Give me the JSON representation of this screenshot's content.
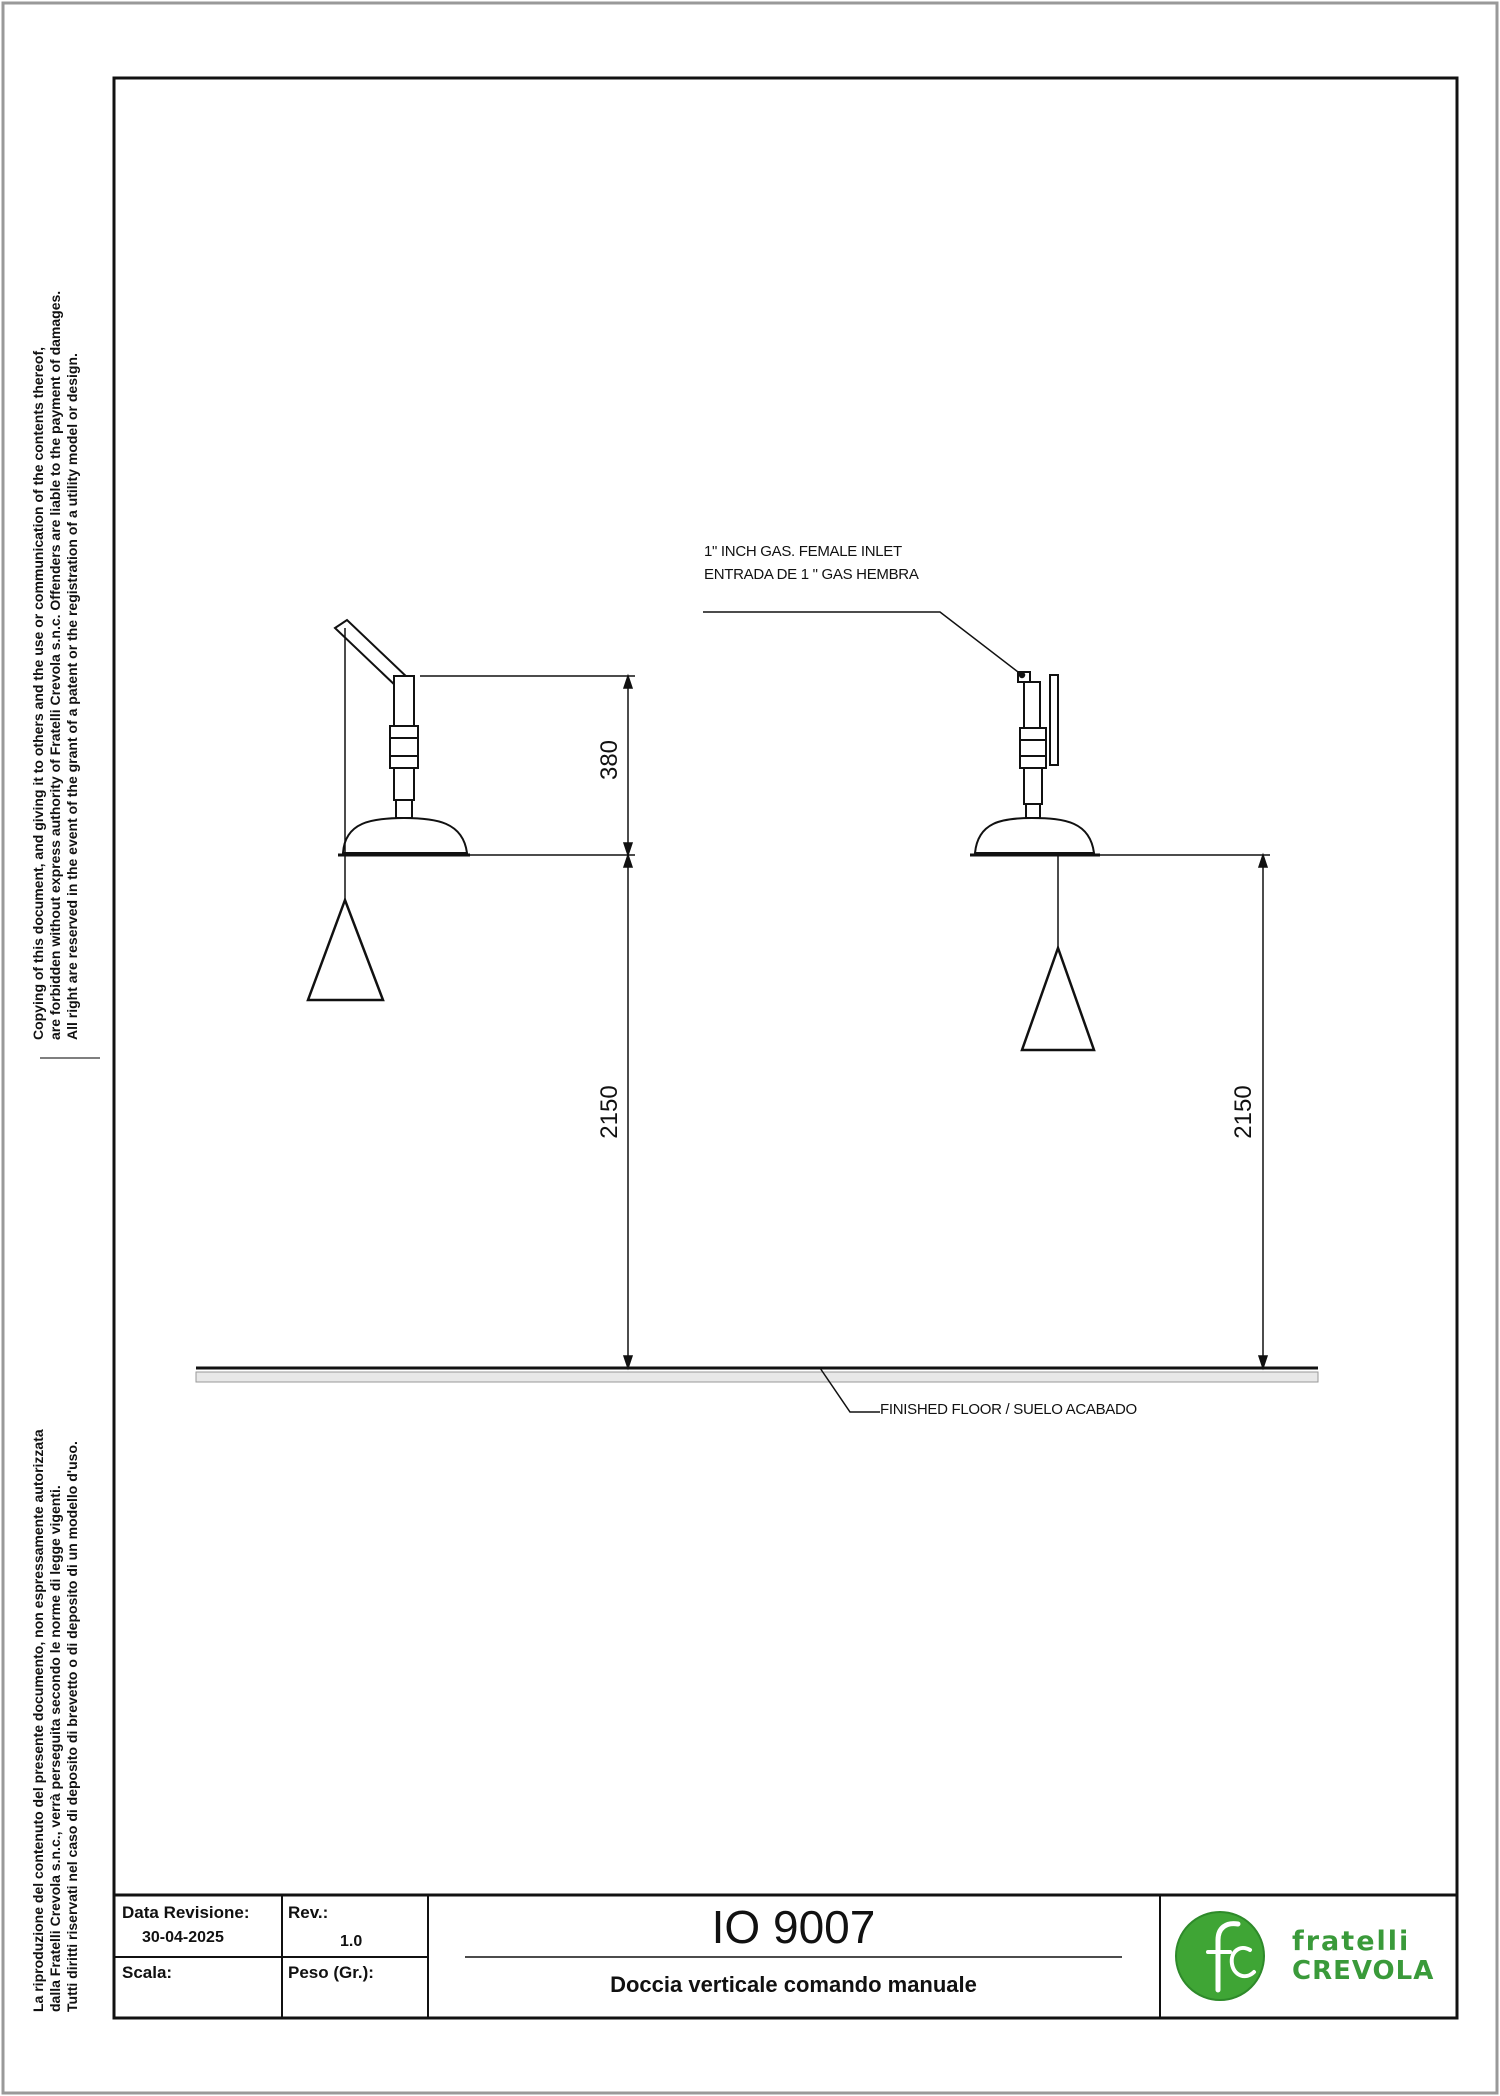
{
  "legal_notice_en": {
    "line1": "Copying of this document, and giving it to others and the use or communication of the contents thereof,",
    "line2": "are forbidden without express authority of Fratelli Crevola s.n.c. Offenders are liable to the payment of damages.",
    "line3": "All right are reserved in the event of the grant of a patent or the registration of a utility model or design."
  },
  "legal_notice_it": {
    "line1": "La riproduzione del contenuto del presente documento, non espressamente autorizzata",
    "line2": "dalla Fratelli Crevola s.n.c., verrà perseguita secondo le norme di legge vigenti.",
    "line3": "Tutti diritti riservati nel caso di deposito di brevetto o di deposito di un modello d'uso."
  },
  "drawing": {
    "inlet_note_line1": "1\" INCH GAS. FEMALE INLET",
    "inlet_note_line2": "ENTRADA DE 1 \" GAS HEMBRA",
    "floor_label": "FINISHED FLOOR / SUELO ACABADO",
    "dimensions": {
      "head_height_left": "380",
      "floor_height_left": "2150",
      "floor_height_right": "2150"
    }
  },
  "title_block": {
    "data_revisione_label": "Data Revisione:",
    "data_revisione_value": "30-04-2025",
    "rev_label": "Rev.:",
    "rev_value": "1.0",
    "scala_label": "Scala:",
    "peso_label": "Peso (Gr.):",
    "code": "IO 9007",
    "description": "Doccia verticale comando manuale",
    "logo_text_1": "fratelli",
    "logo_text_2": "CREVOLA"
  },
  "colors": {
    "line": "#111111",
    "logo_green": "#3fa535",
    "logo_text": "#3a9a3a"
  }
}
